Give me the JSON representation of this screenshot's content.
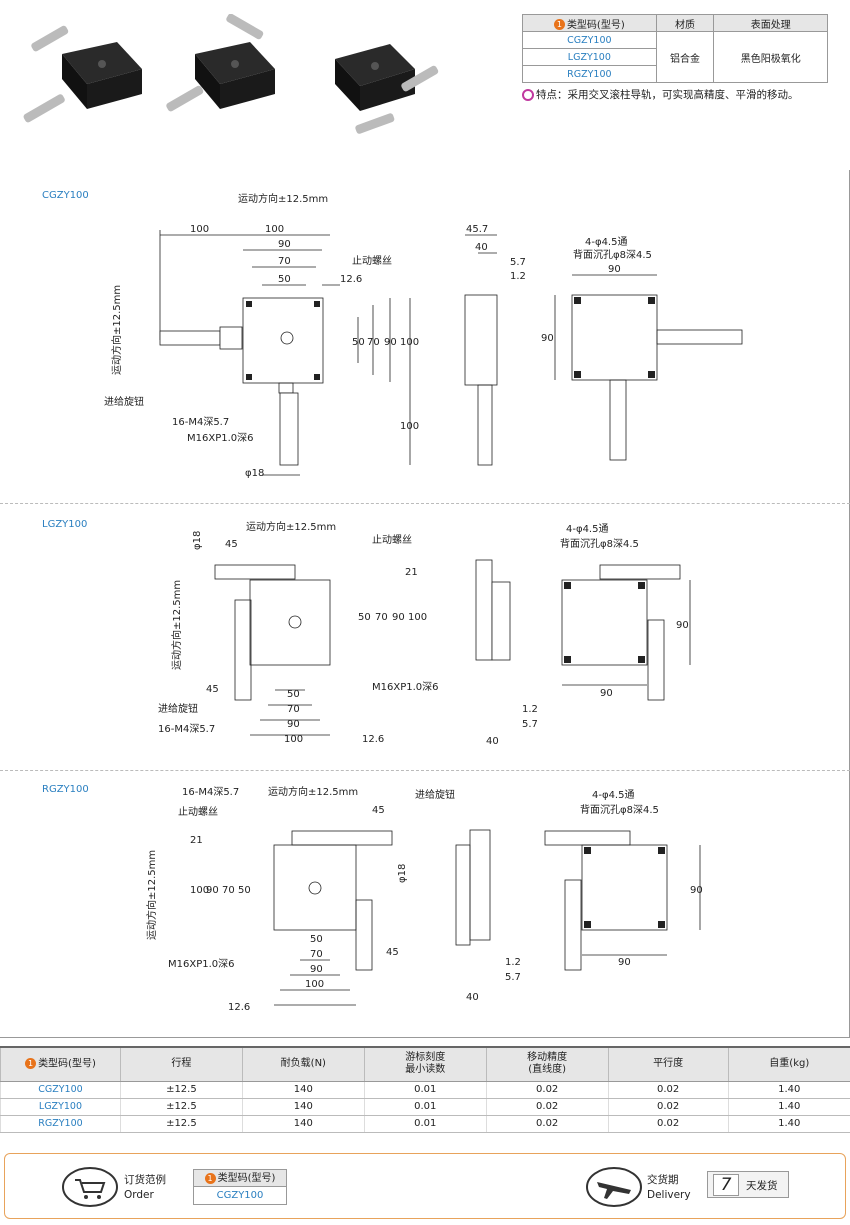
{
  "spec": {
    "headers": [
      "类型码(型号)",
      "材质",
      "表面处理"
    ],
    "badge": "1",
    "models": [
      "CGZY100",
      "LGZY100",
      "RGZY100"
    ],
    "material": "铝合金",
    "surface": "黑色阳极氧化"
  },
  "feature": "特点：采用交叉滚柱导轨，可实现高精度、平滑的移动。",
  "sections": {
    "cgzy": {
      "label": "CGZY100",
      "motion": "运动方向±12.5mm",
      "motion_v": "运动方向±12.5mm",
      "stop_screw": "止动螺丝",
      "knob": "进给旋钮",
      "tap": "16-M4深5.7",
      "thread": "M16XP1.0深6",
      "dia": "φ18",
      "holes1": "4-φ4.5通",
      "holes2": "背面沉孔φ8深4.5",
      "dims": [
        "100",
        "100",
        "90",
        "70",
        "50",
        "12.6",
        "50",
        "70",
        "90",
        "100",
        "100",
        "45.7",
        "40",
        "5.7",
        "1.2",
        "90",
        "90"
      ]
    },
    "lgzy": {
      "label": "LGZY100",
      "motion": "运动方向±12.5mm",
      "motion_v": "运动方向±12.5mm",
      "stop_screw": "止动螺丝",
      "knob": "进给旋钮",
      "tap": "16-M4深5.7",
      "thread": "M16XP1.0深6",
      "dia": "φ18",
      "holes1": "4-φ4.5通",
      "holes2": "背面沉孔φ8深4.5",
      "dims": [
        "45",
        "21",
        "50",
        "70",
        "90",
        "100",
        "45",
        "50",
        "70",
        "90",
        "100",
        "12.6",
        "1.2",
        "5.7",
        "40",
        "90",
        "90"
      ]
    },
    "rgzy": {
      "label": "RGZY100",
      "motion": "运动方向±12.5mm",
      "motion_v": "运动方向±12.5mm",
      "stop_screw": "止动螺丝",
      "knob": "进给旋钮",
      "tap": "16-M4深5.7",
      "thread": "M16XP1.0深6",
      "dia": "φ18",
      "holes1": "4-φ4.5通",
      "holes2": "背面沉孔φ8深4.5",
      "dims": [
        "45",
        "21",
        "100",
        "90",
        "70",
        "50",
        "45",
        "50",
        "70",
        "90",
        "100",
        "12.6",
        "1.2",
        "5.7",
        "40",
        "90",
        "90"
      ]
    }
  },
  "table": {
    "headers": [
      "类型码(型号)",
      "行程",
      "耐负载(N)",
      "游标刻度\n最小读数",
      "移动精度\n(直线度)",
      "平行度",
      "自重(kg)"
    ],
    "rows": [
      [
        "CGZY100",
        "±12.5",
        "140",
        "0.01",
        "0.02",
        "0.02",
        "1.40"
      ],
      [
        "LGZY100",
        "±12.5",
        "140",
        "0.01",
        "0.02",
        "0.02",
        "1.40"
      ],
      [
        "RGZY100",
        "±12.5",
        "140",
        "0.01",
        "0.02",
        "0.02",
        "1.40"
      ]
    ]
  },
  "order": {
    "label_cn": "订货范例",
    "label_en": "Order",
    "field_header": "类型码(型号)",
    "field_value": "CGZY100",
    "delivery_cn": "交货期",
    "delivery_en": "Delivery",
    "days": "7",
    "days_unit": "天发货"
  },
  "colors": {
    "accent": "#2a7fc0",
    "badge": "#e8731a",
    "feature_icon": "#c0399f",
    "border": "#e8a35b"
  }
}
